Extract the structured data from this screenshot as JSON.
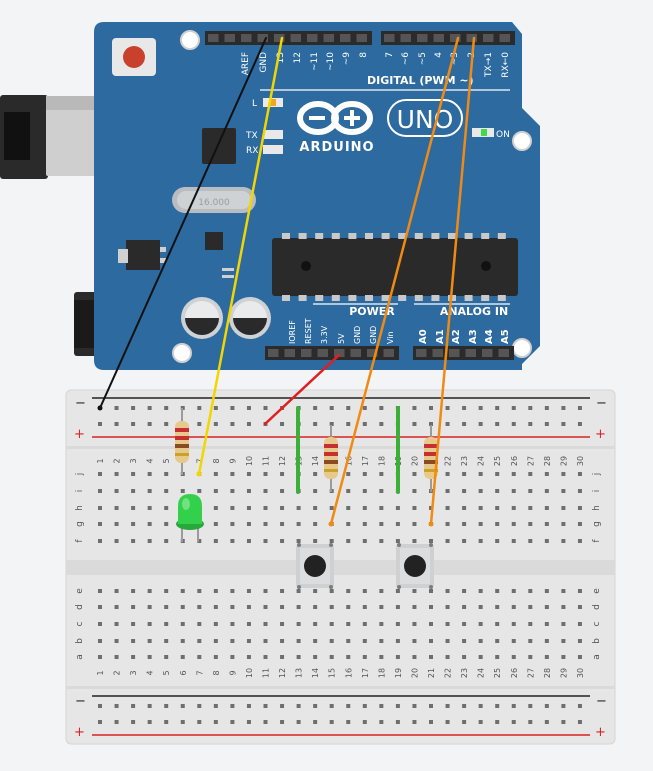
{
  "board": {
    "logo_text": "ARDUINO",
    "model": "UNO",
    "on_label": "ON",
    "led_l_label": "L",
    "tx_label": "TX",
    "rx_label": "RX",
    "digital_label": "DIGITAL (PWM ~)",
    "power_label": "POWER",
    "analog_label": "ANALOG IN",
    "crystal_label": "16.000",
    "top_header_pins": [
      "AREF",
      "GND",
      "13",
      "12",
      "~11",
      "~10",
      "~9",
      "8",
      "7",
      "~6",
      "~5",
      "4",
      "~3",
      "2",
      "TX→1",
      "RX←0"
    ],
    "power_pins": [
      "IOREF",
      "RESET",
      "3.3V",
      "5V",
      "GND",
      "GND",
      "Vin"
    ],
    "analog_pins": [
      "A0",
      "A1",
      "A2",
      "A3",
      "A4",
      "A5"
    ]
  },
  "breadboard": {
    "columns": [
      "1",
      "2",
      "3",
      "4",
      "5",
      "6",
      "7",
      "8",
      "9",
      "10",
      "11",
      "12",
      "13",
      "14",
      "15",
      "16",
      "17",
      "18",
      "19",
      "20",
      "21",
      "22",
      "23",
      "24",
      "25",
      "26",
      "27",
      "28",
      "29",
      "30"
    ],
    "rows_top": [
      "j",
      "i",
      "h",
      "g",
      "f"
    ],
    "rows_bottom": [
      "e",
      "d",
      "c",
      "b",
      "a"
    ],
    "rail_plus": "+",
    "rail_minus": "−"
  },
  "components": {
    "led_color": "#33d14b",
    "resistor_count": 3,
    "pushbutton_count": 2
  },
  "wires": {
    "gnd_color": "#111111",
    "pin13_color": "#f2d600",
    "power_5v_color": "#e02020",
    "button_color": "#f08a12",
    "jumper_color": "#3cae3a"
  },
  "colors": {
    "board_blue": "#2d6a9f",
    "board_text": "#ffffff",
    "header_black": "#2b2b2b",
    "breadboard_bg": "#e6e6e6",
    "rail_red": "#d62424",
    "rail_black": "#222222"
  }
}
